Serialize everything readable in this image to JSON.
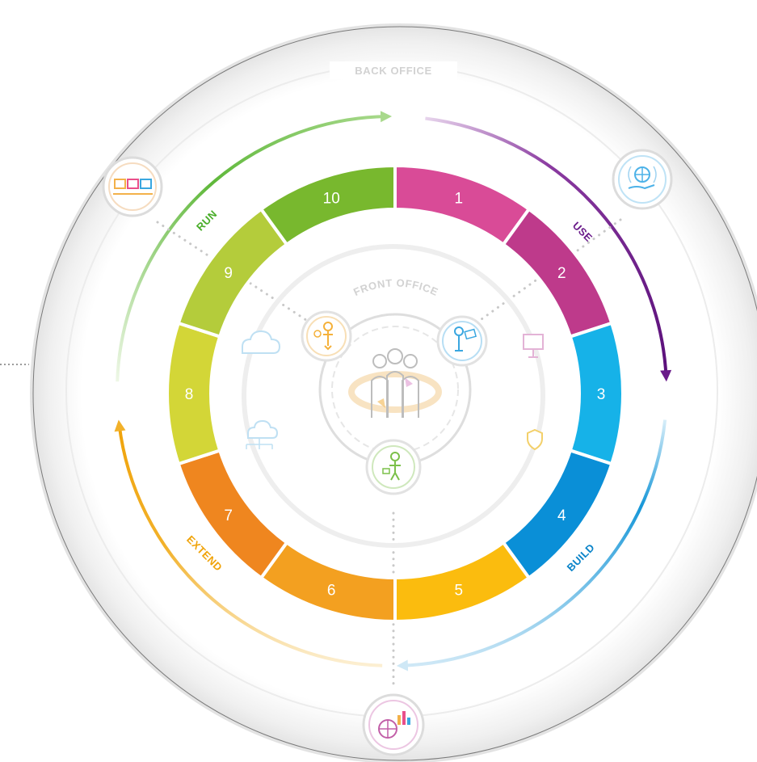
{
  "labels": {
    "back_office": "BACK OFFICE",
    "front_office": "FRONT OFFICE"
  },
  "segments": [
    {
      "label": "1",
      "color": "#d94b97"
    },
    {
      "label": "2",
      "color": "#be3a8b"
    },
    {
      "label": "3",
      "color": "#16b2e8"
    },
    {
      "label": "4",
      "color": "#0a8fd7"
    },
    {
      "label": "5",
      "color": "#fbbc0e"
    },
    {
      "label": "6",
      "color": "#f3a020"
    },
    {
      "label": "7",
      "color": "#ef861f"
    },
    {
      "label": "8",
      "color": "#d3d637"
    },
    {
      "label": "9",
      "color": "#b4cc3b"
    },
    {
      "label": "10",
      "color": "#78b82e"
    }
  ],
  "phases": [
    {
      "label": "USE",
      "color": "#6a1b8a"
    },
    {
      "label": "BUILD",
      "color": "#0b84c9"
    },
    {
      "label": "EXTEND",
      "color": "#f0a30a"
    },
    {
      "label": "RUN",
      "color": "#4aae2a"
    }
  ],
  "outer_icons": [
    {
      "icon": "hand-globe-icon",
      "color": "#4db2e8"
    },
    {
      "icon": "dashboard-screens-icon",
      "color": "#f3b14a"
    },
    {
      "icon": "analytics-globe-icon",
      "color": "#c25fa8"
    }
  ],
  "inner_icons": [
    {
      "icon": "person-idea-icon",
      "color": "#f5b13a"
    },
    {
      "icon": "person-presenting-icon",
      "color": "#3aa7e0"
    },
    {
      "icon": "person-walking-icon",
      "color": "#7cc04a"
    },
    {
      "icon": "team-people-icon",
      "color": "#bdbdbd"
    },
    {
      "icon": "cloud-icon",
      "color": "#bfe0f3"
    },
    {
      "icon": "cloud-network-icon",
      "color": "#bfe0f3"
    },
    {
      "icon": "presentation-board-icon",
      "color": "#e3b3d6"
    },
    {
      "icon": "shield-icon",
      "color": "#f3d06a"
    }
  ]
}
